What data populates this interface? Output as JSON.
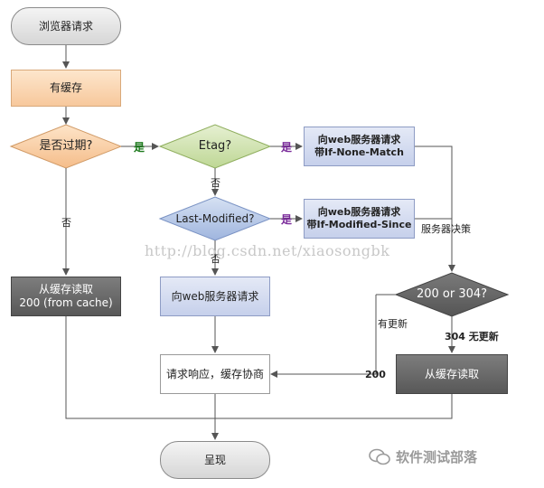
{
  "nodes": {
    "browser_request": "浏览器请求",
    "has_cache": "有缓存",
    "expired": "是否过期?",
    "etag": "Etag?",
    "if_none_match": "向web服务器请求\n带If-None-Match",
    "last_modified": "Last-Modified?",
    "if_modified_since": "向web服务器请求\n带If-Modified-Since",
    "request_server": "向web服务器请求",
    "read_cache_200": "从缓存读取\n200 (from cache)",
    "status_check": "200 or 304?",
    "response_negotiate": "请求响应，缓存协商",
    "read_cache": "从缓存读取",
    "present": "呈现"
  },
  "edge_labels": {
    "expired_yes": "是",
    "etag_yes": "是",
    "etag_no": "否",
    "lastmod_yes": "是",
    "lastmod_no": "否",
    "expired_no": "否",
    "server_decision": "服务器决策",
    "updated": "有更新",
    "not_updated": "304 无更新",
    "code_200": "200"
  },
  "watermark": "http://blog.csdn.net/xiaosongbk",
  "brand": "软件测试部落",
  "colors": {
    "start_end": "#e3e3e3",
    "orange": "#f9d3ab",
    "diamond_green": "#d2e4b5",
    "diamond_blue": "#b8c8e6",
    "blue_box": "#d3dbf0",
    "dark_box": "#636363",
    "line": "#555555"
  }
}
